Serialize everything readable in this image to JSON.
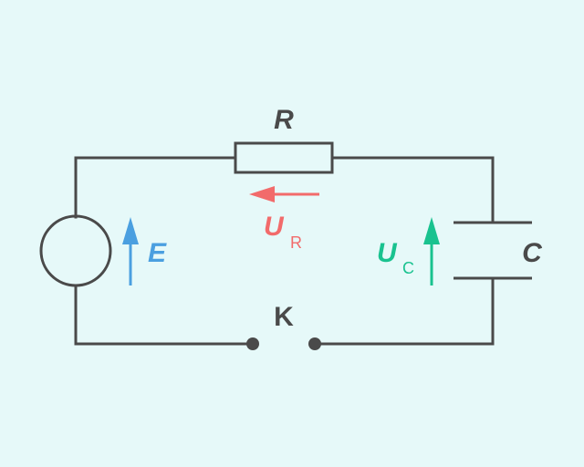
{
  "labels": {
    "resistor": "R",
    "capacitor": "C",
    "switch": "K",
    "source_emf": "E",
    "voltage_R_main": "U",
    "voltage_R_sub": "R",
    "voltage_C_main": "U",
    "voltage_C_sub": "C"
  },
  "colors": {
    "background": "#e6f9f9",
    "wire": "#4a4a4a",
    "emf_arrow": "#4a9fe0",
    "resistor_voltage": "#f26b6b",
    "capacitor_voltage": "#19c28f"
  }
}
